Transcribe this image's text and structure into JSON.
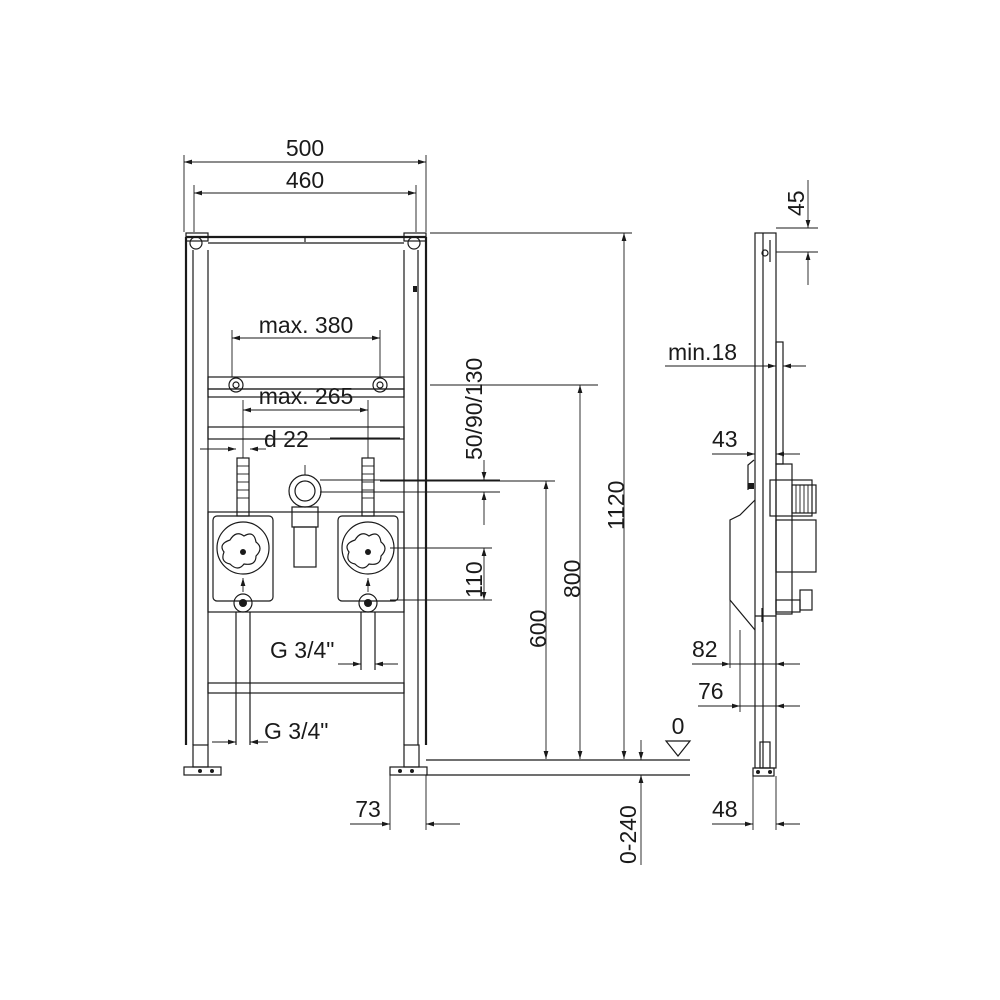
{
  "front_view": {
    "width_outer": "500",
    "width_inner": "460",
    "max_380": "max. 380",
    "max_265": "max. 265",
    "d22": "d 22",
    "range_50_90_130": "50/90/130",
    "h110": "110",
    "h600": "600",
    "h800": "800",
    "h1120": "1120",
    "g34_top": "G 3/4\"",
    "g34_bottom": "G 3/4\"",
    "foot_73": "73",
    "adjust_0_240": "0-240",
    "floor_level": "0"
  },
  "side_view": {
    "top_45": "45",
    "min18": "min.18",
    "d43": "43",
    "d82": "82",
    "d76": "76",
    "d48": "48"
  }
}
